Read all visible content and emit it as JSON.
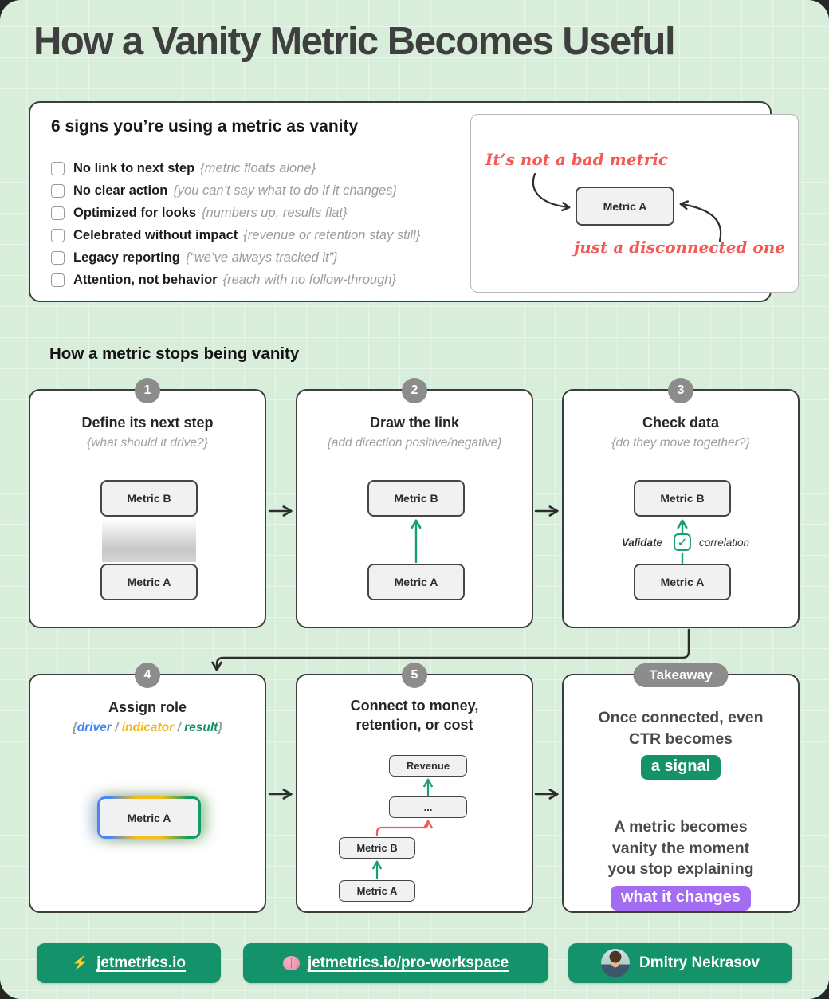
{
  "page_title": "How a Vanity Metric Becomes Useful",
  "signs_card": {
    "heading": "6 signs you’re using a metric as vanity",
    "items": [
      {
        "label": "No link to next step",
        "note": "{metric floats alone}"
      },
      {
        "label": "No clear action",
        "note": "{you can’t say what to do if it changes}"
      },
      {
        "label": "Optimized for looks",
        "note": "{numbers up, results flat}"
      },
      {
        "label": "Celebrated without impact",
        "note": "{revenue or retention stay still}"
      },
      {
        "label": "Legacy reporting",
        "note": "{“we’ve always tracked it”}"
      },
      {
        "label": "Attention, not behavior",
        "note": "{reach with no follow-through}"
      }
    ],
    "aside": {
      "note_top": "It’s not a bad metric",
      "note_bottom": "just a disconnected one",
      "metric_label": "Metric A"
    }
  },
  "section_heading": "How a metric stops being vanity",
  "steps": [
    {
      "num": "1",
      "title": "Define its next step",
      "subtitle": "{what should it drive?}",
      "metric_top": "Metric B",
      "metric_bottom": "Metric A"
    },
    {
      "num": "2",
      "title": "Draw the link",
      "subtitle": "{add direction positive/negative}",
      "metric_top": "Metric B",
      "metric_bottom": "Metric A"
    },
    {
      "num": "3",
      "title": "Check data",
      "subtitle": "{do they move together?}",
      "metric_top": "Metric B",
      "metric_bottom": "Metric A",
      "validate_label": "Validate",
      "correlation_label": "correlation",
      "check_glyph": "✓"
    },
    {
      "num": "4",
      "title": "Assign role",
      "sub_open": "{",
      "role_driver": "driver",
      "sub_sep1": " / ",
      "role_indicator": "indicator",
      "sub_sep2": " / ",
      "role_result": "result",
      "sub_close": "}",
      "metric": "Metric A"
    },
    {
      "num": "5",
      "title": "Connect to money, retention, or cost",
      "box_revenue": "Revenue",
      "box_dots": "...",
      "box_b": "Metric B",
      "box_a": "Metric A"
    }
  ],
  "takeaway": {
    "badge": "Takeaway",
    "text1": "Once connected, even CTR becomes",
    "pill1": "a signal",
    "text2": "A metric becomes vanity the moment you stop explaining",
    "pill2": "what it changes"
  },
  "footer": {
    "lightning_glyph": "⚡",
    "link1": "jetmetrics.io",
    "link2": "jetmetrics.io/pro-workspace",
    "author": "Dmitry Nekrasov"
  },
  "colors": {
    "background": "#d8eedb",
    "card_border": "#3d3d3d",
    "accent_green": "#14936b",
    "arrow_green": "#179e76",
    "accent_red": "#f25b5b",
    "accent_purple": "#a36cf2",
    "driver_blue": "#4285f4",
    "indicator_yellow": "#f2b616",
    "result_green": "#14915f",
    "badge_gray": "#8c8c8c"
  }
}
